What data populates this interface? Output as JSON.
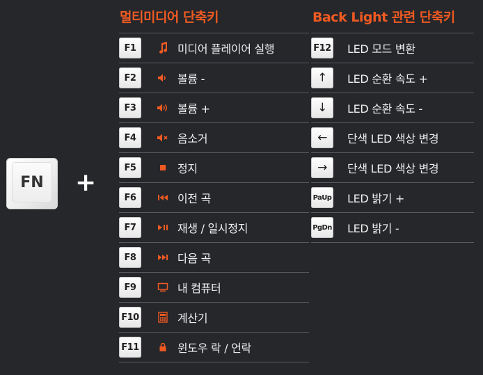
{
  "accent_color": "#f05a22",
  "fn_key": {
    "label": "FN"
  },
  "plus_sign": "+",
  "multimedia": {
    "title": "멀티미디어 단축키",
    "items": [
      {
        "key": "F1",
        "icon": "music-note-icon",
        "label": "미디어 플레이어 실행"
      },
      {
        "key": "F2",
        "icon": "volume-down-icon",
        "label": "볼륨 -"
      },
      {
        "key": "F3",
        "icon": "volume-up-icon",
        "label": "볼륨 +"
      },
      {
        "key": "F4",
        "icon": "mute-icon",
        "label": "음소거"
      },
      {
        "key": "F5",
        "icon": "stop-icon",
        "label": "정지"
      },
      {
        "key": "F6",
        "icon": "previous-track-icon",
        "label": "이전 곡"
      },
      {
        "key": "F7",
        "icon": "play-pause-icon",
        "label": "재생 / 일시정지"
      },
      {
        "key": "F8",
        "icon": "next-track-icon",
        "label": "다음 곡"
      },
      {
        "key": "F9",
        "icon": "monitor-icon",
        "label": "내 컴퓨터"
      },
      {
        "key": "F10",
        "icon": "calculator-icon",
        "label": "계산기"
      },
      {
        "key": "F11",
        "icon": "lock-icon",
        "label": "윈도우 락 / 언락"
      }
    ]
  },
  "backlight": {
    "title": "Back Light 관련 단축키",
    "items": [
      {
        "key": "F12",
        "label": "LED 모드 변환"
      },
      {
        "key": "↑",
        "label": "LED 순환 속도 +"
      },
      {
        "key": "↓",
        "label": "LED 순환 속도 -"
      },
      {
        "key": "←",
        "label": "단색 LED 색상 변경"
      },
      {
        "key": "→",
        "label": "단색 LED 색상 변경"
      },
      {
        "key": "PaUp",
        "label": "LED 밝기 +"
      },
      {
        "key": "PgDn",
        "label": "LED 밝기 -"
      }
    ]
  }
}
